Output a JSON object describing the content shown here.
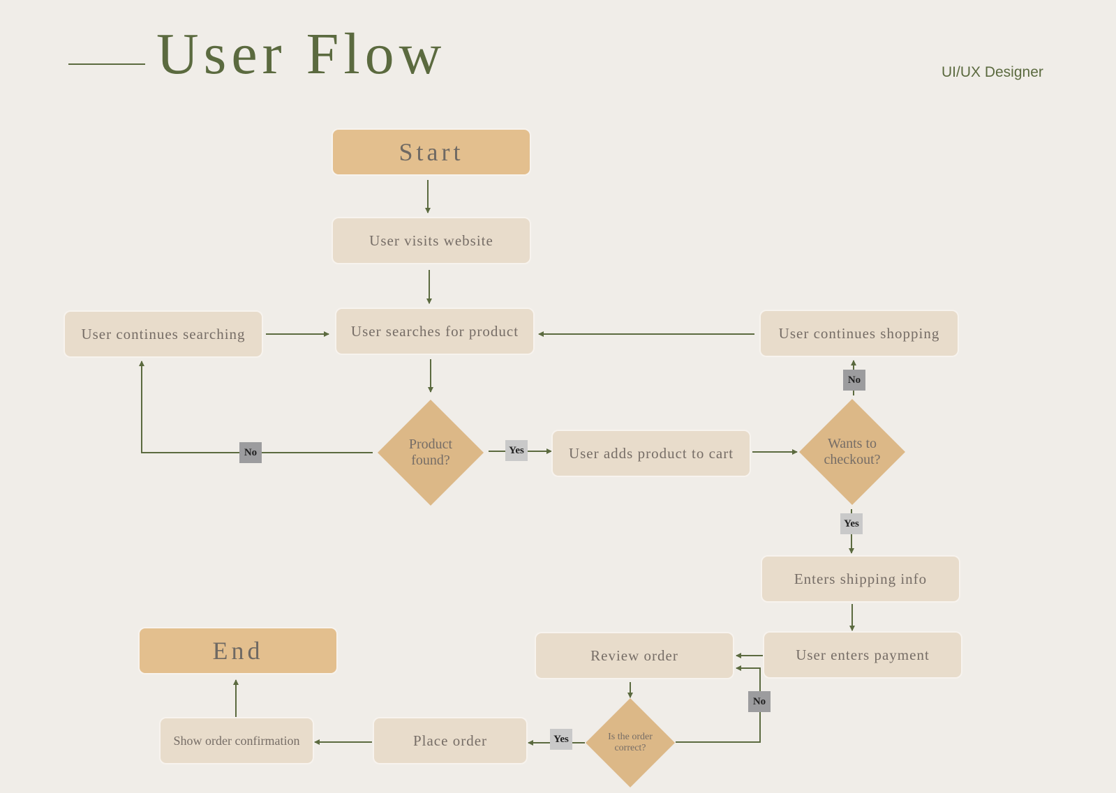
{
  "header": {
    "title": "User Flow",
    "subtitle": "UI/UX Designer"
  },
  "colors": {
    "background": "#f0ede8",
    "accent": "#5b6a3f",
    "terminal_fill": "#e3bf8e",
    "process_fill": "#e8dccb",
    "decision_fill": "#dcb887",
    "no_tag": "#9c9c9e",
    "yes_tag": "#c9c9c9"
  },
  "nodes": {
    "start": "Start",
    "visits": "User visits website",
    "searches": "User searches for product",
    "continues_searching": "User continues searching",
    "continues_shopping": "User continues shopping",
    "product_found": "Product found?",
    "adds_to_cart": "User adds product to cart",
    "wants_checkout": "Wants to checkout?",
    "shipping": "Enters shipping info",
    "payment": "User enters payment",
    "review": "Review order",
    "order_correct": "Is the order correct?",
    "place_order": "Place order",
    "confirmation": "Show order confirmation",
    "end": "End"
  },
  "labels": {
    "no": "No",
    "yes": "Yes"
  }
}
